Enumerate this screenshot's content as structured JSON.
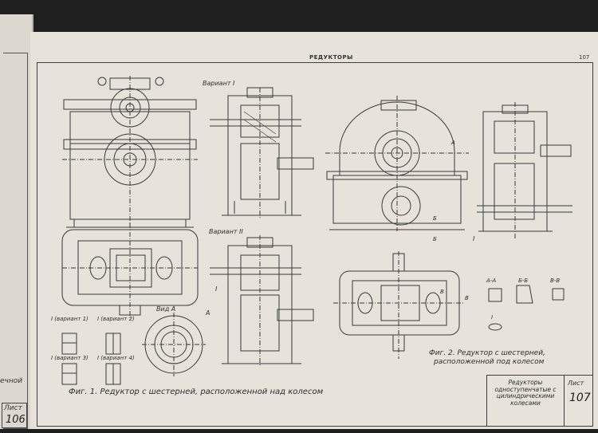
{
  "prev_page": {
    "caption": "ечной",
    "sheet_label": "Лист",
    "sheet_number": "106"
  },
  "page": {
    "header": "РЕДУКТОРЫ",
    "page_number": "107"
  },
  "labels": {
    "variant1": "Вариант I",
    "variant2": "Вариант II",
    "v1_small": "I (вариант 1)",
    "v2_small": "I (вариант 2)",
    "v3_small": "I (вариант 3)",
    "v4_small": "I (вариант 4)",
    "view_a": "Вид А",
    "section_i": "I",
    "arrow_a": "А",
    "a_a": "А-А",
    "b_b": "Б-Б",
    "v_v": "В-В",
    "b_mark": "Б",
    "v_mark": "В",
    "small_i": "I"
  },
  "captions": {
    "fig1": "Фиг. 1. Редуктор с шестерней, расположенной над колесом",
    "fig2_line1": "Фиг. 2. Редуктор с шестерней,",
    "fig2_line2": "расположенной под колесом"
  },
  "title_block": {
    "description": "Редукторы одноступенчатые с цилиндрическими колесами",
    "sheet_label": "Лист",
    "sheet_number": "107"
  }
}
